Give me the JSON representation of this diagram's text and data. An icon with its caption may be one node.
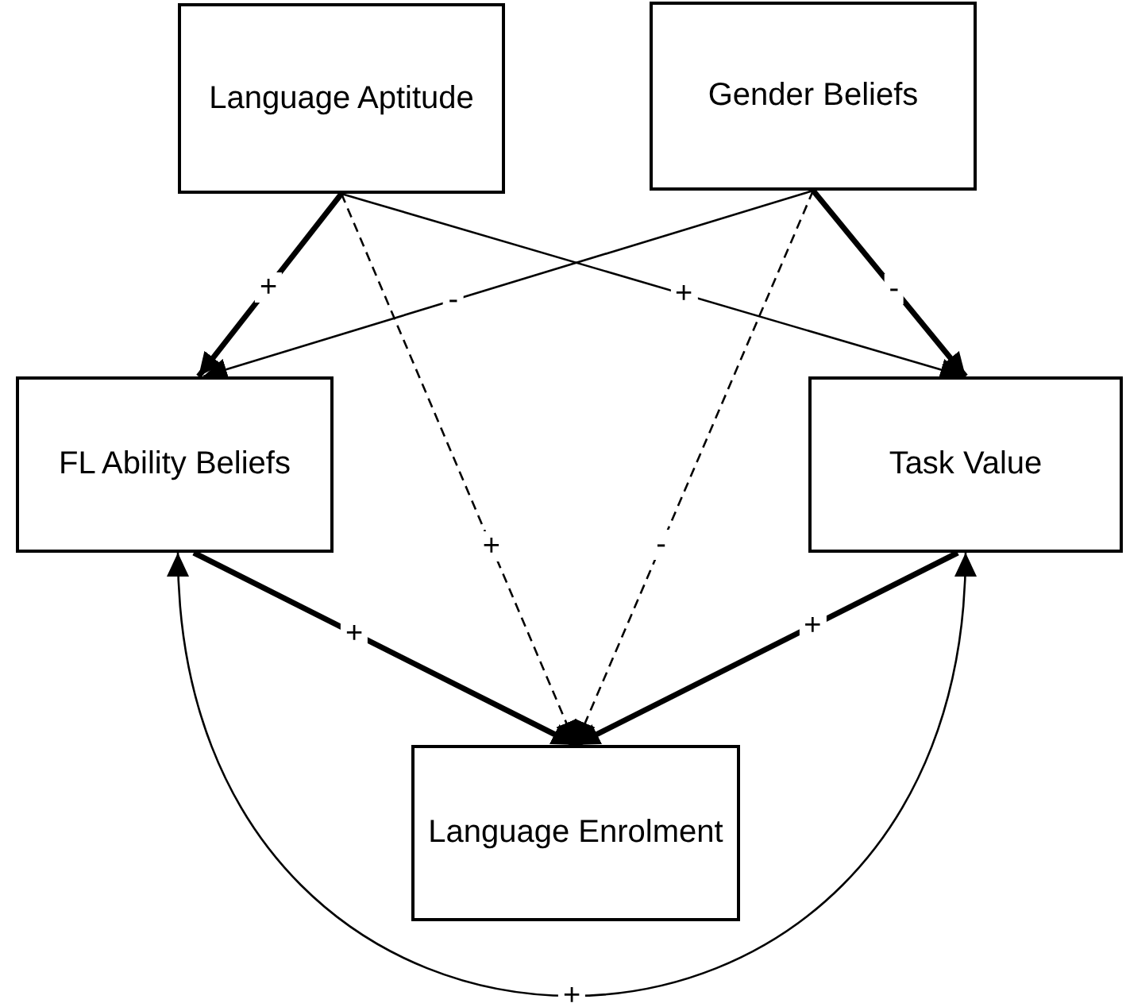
{
  "diagram": {
    "nodes": [
      {
        "text": [
          "Language Aptitude"
        ]
      },
      {
        "text": [
          "Gender Beliefs"
        ]
      },
      {
        "text": [
          "FL Ability Beliefs"
        ]
      },
      {
        "text": [
          "Task Value"
        ]
      },
      {
        "text": [
          "Language Enrolment"
        ]
      }
    ],
    "edges": [
      {
        "from": 0,
        "to": 2,
        "arrow": "to",
        "label": "+",
        "style": "thick"
      },
      {
        "from": 0,
        "to": 3,
        "arrow": "to",
        "label": "+"
      },
      {
        "from": 0,
        "to": 4,
        "arrow": "to",
        "label": "+",
        "style": "dashed"
      },
      {
        "from": 1,
        "to": 2,
        "arrow": "to",
        "label": "-"
      },
      {
        "from": 1,
        "to": 3,
        "arrow": "to",
        "label": "-",
        "style": "thick"
      },
      {
        "from": 1,
        "to": 4,
        "arrow": "to",
        "label": "-",
        "style": "dashed"
      },
      {
        "from": 2,
        "to": 4,
        "arrow": "to",
        "label": "+",
        "style": "thick"
      },
      {
        "from": 3,
        "to": 4,
        "arrow": "to",
        "label": "+",
        "style": "thick"
      },
      {
        "from": 2,
        "to": 3,
        "arrow": "both",
        "label": "+"
      }
    ]
  }
}
